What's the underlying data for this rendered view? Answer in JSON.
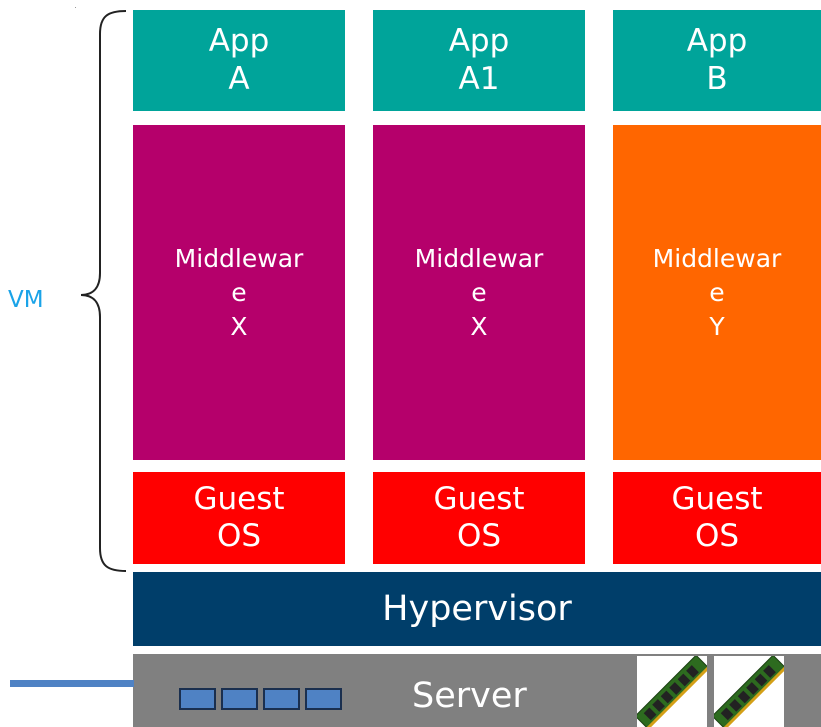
{
  "vm_label": "VM",
  "columns": [
    {
      "app": [
        "App",
        "A"
      ],
      "middleware": [
        "Middlewar",
        "e",
        "X"
      ],
      "guest_os": [
        "Guest",
        "OS"
      ],
      "middleware_color": "#b5006b"
    },
    {
      "app": [
        "App",
        "A1"
      ],
      "middleware": [
        "Middlewar",
        "e",
        "X"
      ],
      "guest_os": [
        "Guest",
        "OS"
      ],
      "middleware_color": "#b5006b"
    },
    {
      "app": [
        "App",
        "B"
      ],
      "middleware": [
        "Middlewar",
        "e",
        "Y"
      ],
      "guest_os": [
        "Guest",
        "OS"
      ],
      "middleware_color": "#ff6600"
    }
  ],
  "hypervisor": "Hypervisor",
  "server": "Server",
  "colors": {
    "app": "#00a49a",
    "guest_os": "#ff0000",
    "hypervisor": "#003e6a",
    "server": "#808080",
    "vm_label": "#1aa3e8",
    "cpu": "#4f82c4"
  },
  "icons": [
    "cpu-icon",
    "cpu-icon",
    "cpu-icon",
    "cpu-icon",
    "memory-module-icon",
    "memory-module-icon"
  ]
}
